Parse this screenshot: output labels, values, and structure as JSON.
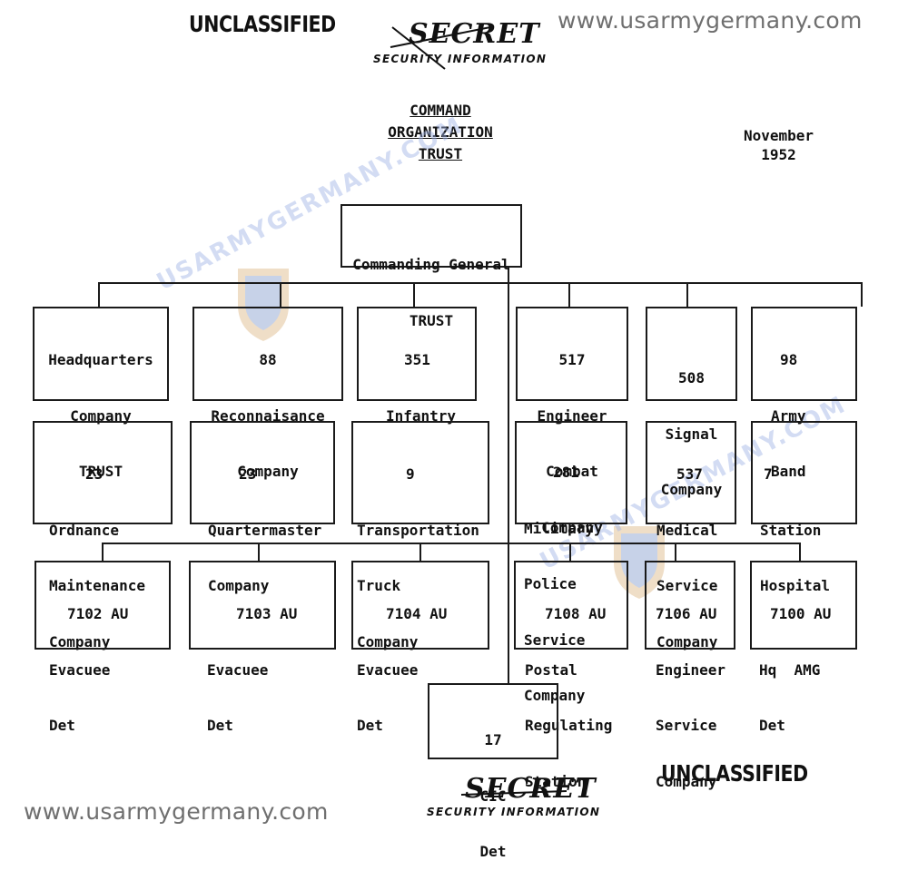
{
  "header": {
    "unclassified_top": "UNCLASSIFIED",
    "secret_top": "SECRET",
    "security_info_top": "SECURITY INFORMATION",
    "watermark_site_top": "www.usarmygermany.com"
  },
  "title": {
    "line1": "COMMAND",
    "line2": "ORGANIZATION",
    "line3": "TRUST"
  },
  "date": {
    "month": "November",
    "year": "1952"
  },
  "watermark_logo_text": "USARMYGERMANY.COM",
  "commander": {
    "line1": "Commanding General",
    "line2": "TRUST"
  },
  "rows": [
    [
      {
        "lines": [
          "Headquarters",
          "Company",
          "TRUST"
        ]
      },
      {
        "lines": [
          "88",
          "Reconnaisance",
          "Company"
        ]
      },
      {
        "lines": [
          "351",
          "Infantry"
        ]
      },
      {
        "lines": [
          "517",
          "Engineer",
          "Combat",
          "Company"
        ]
      },
      {
        "lines": [
          "508",
          "Signal",
          "Company"
        ]
      },
      {
        "lines": [
          "98",
          "Army",
          "Band"
        ]
      }
    ],
    [
      {
        "lines": [
          "23",
          "Ordnance",
          "Maintenance",
          "Company"
        ]
      },
      {
        "lines": [
          "23",
          "Quartermaster",
          "Company"
        ]
      },
      {
        "lines": [
          "9",
          "Transportation",
          "Truck",
          "Company"
        ]
      },
      {
        "lines": [
          "281",
          "Military",
          "Police",
          "Service",
          "Company"
        ]
      },
      {
        "lines": [
          "537",
          "Medical",
          "Service",
          "Company"
        ]
      },
      {
        "lines": [
          "7",
          "Station",
          "Hospital"
        ]
      }
    ],
    [
      {
        "lines": [
          "7102 AU",
          "Evacuee",
          "Det"
        ]
      },
      {
        "lines": [
          "7103 AU",
          "Evacuee",
          "Det"
        ]
      },
      {
        "lines": [
          "7104 AU",
          "Evacuee",
          "Det"
        ]
      },
      {
        "lines": [
          "7108 AU",
          "Postal",
          "Regulating",
          "Station"
        ]
      },
      {
        "lines": [
          "7106 AU",
          "Engineer",
          "Service",
          "Company"
        ]
      },
      {
        "lines": [
          "7100 AU",
          "Hq  AMG",
          "Det"
        ]
      }
    ]
  ],
  "bottom_unit": {
    "lines": [
      "17",
      "CIC",
      "Det"
    ]
  },
  "footer": {
    "secret_bottom": "SECRET",
    "security_info_bottom": "SECURITY INFORMATION",
    "unclassified_bottom": "UNCLASSIFIED",
    "watermark_site_bottom": "www.usarmygermany.com"
  }
}
